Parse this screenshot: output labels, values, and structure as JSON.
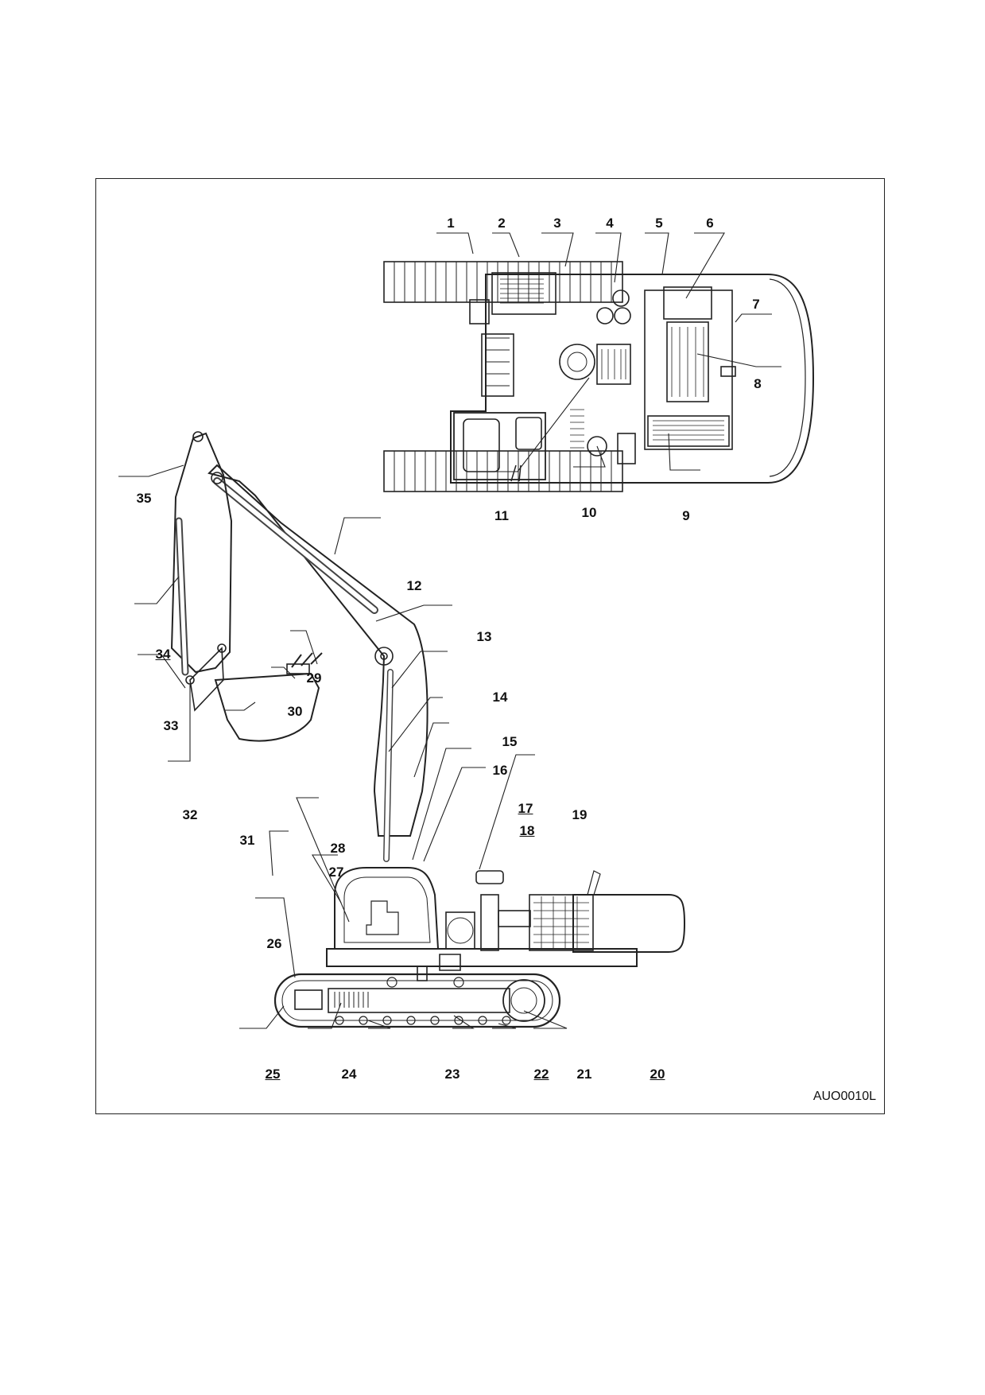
{
  "figure": {
    "callouts": [
      "1",
      "2",
      "3",
      "4",
      "5",
      "6",
      "7",
      "8",
      "9",
      "10",
      "11",
      "12",
      "13",
      "14",
      "15",
      "16",
      "17",
      "18",
      "19",
      "20",
      "21",
      "22",
      "23",
      "24",
      "25",
      "26",
      "27",
      "28",
      "29",
      "30",
      "31",
      "32",
      "33",
      "34",
      "35"
    ],
    "figure_id": "AUO0010L"
  }
}
